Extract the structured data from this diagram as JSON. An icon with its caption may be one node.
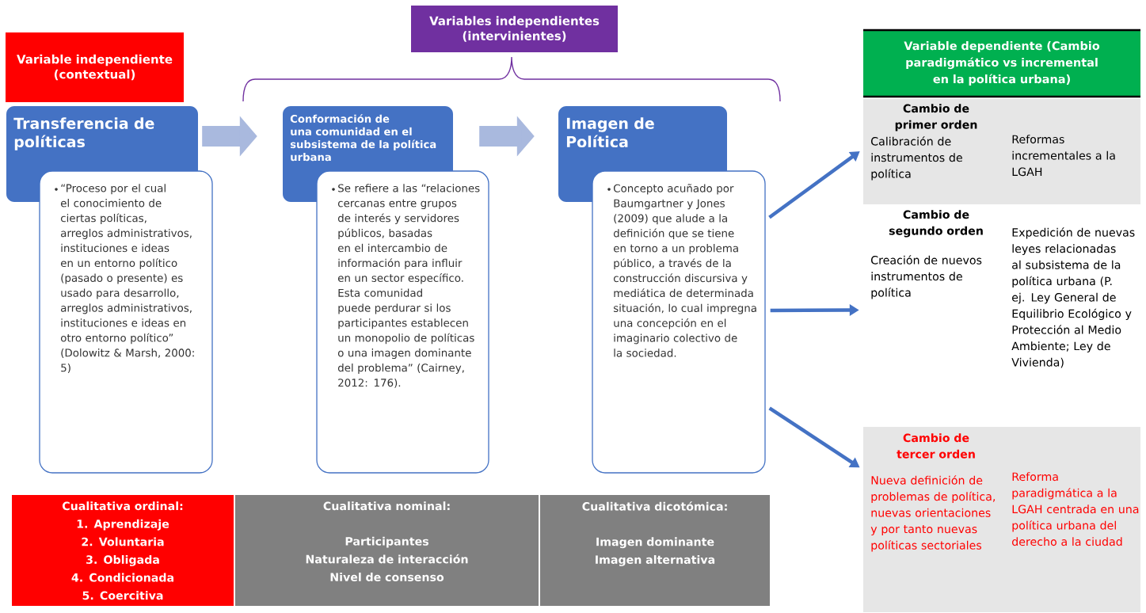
{
  "diagram": {
    "nodes": [
      {
        "text": [
          "Variable independiente (contextual)"
        ]
      },
      {
        "text": [
          "Variables independientes (intervinientes)"
        ]
      },
      {
        "text": [
          "Transferencia de políticas"
        ]
      },
      {
        "text": [
          "“Proceso por el cual el conocimiento de ciertas políticas, arreglos administrativos, instituciones e ideas en un entorno político (pasado o presente) es usado para desarrollo, arreglos administrativos, instituciones e ideas en otro entorno político” (Dolowitz & Marsh, 2000: 5)"
        ]
      },
      {
        "text": [
          "Conformación de una comunidad en el subsistema de la política urbana"
        ]
      },
      {
        "text": [
          "Se refiere a las “relaciones cercanas entre grupos de interés y servidores públicos, basadas en el intercambio de información para influir en un sector específico. Esta comunidad puede perdurar si los participantes establecen un monopolio de políticas o una imagen dominante del problema” (Cairney, 2012: 176)."
        ]
      },
      {
        "text": [
          "Imagen de Política"
        ]
      },
      {
        "text": [
          "Concepto acuñado por Baumgartner y Jones (2009) que alude a la definición que se tiene en torno a un problema público, a través de la construcción discursiva y mediática de determinada situación, lo cual impregna una concepción en el imaginario colectivo de la sociedad."
        ]
      },
      {
        "text": [
          "Variable dependiente (Cambio paradigmático vs incremental en la política urbana)"
        ]
      },
      {
        "text": [
          "Cambio de primer orden",
          "Calibración de instrumentos de política",
          "Reformas incrementales a la LGAH"
        ]
      },
      {
        "text": [
          "Cambio de segundo orden",
          "Creación de nuevos instrumentos de política",
          "Expedición de nuevas leyes relacionadas al subsistema de la política urbana (P. ej. Ley General de Equilibrio Ecológico y Protección al Medio Ambiente; Ley de Vivienda)"
        ]
      },
      {
        "text": [
          "Cambio de tercer orden",
          "Nueva definición de problemas de política, nuevas orientaciones y por tanto nuevas políticas sectoriales",
          "Reforma paradigmática a la LGAH centrada en una política urbana del derecho a la ciudad"
        ]
      },
      {
        "text": [
          "Cualitativa ordinal:",
          "1. Aprendizaje",
          "2. Voluntaria",
          "3. Obligada",
          "4. Condicionada",
          "5. Coercitiva"
        ]
      },
      {
        "text": [
          "Cualitativa nominal:",
          "Participantes",
          "Naturaleza de interacción",
          "Nivel de consenso"
        ]
      },
      {
        "text": [
          "Cualitativa dicotómica:",
          "Imagen dominante",
          "Imagen alternativa"
        ]
      }
    ],
    "edges": [
      {
        "from": 2,
        "to": 4,
        "arrow": "to",
        "style": "thick",
        "color": "#a9b9de"
      },
      {
        "from": 4,
        "to": 6,
        "arrow": "to",
        "style": "thick",
        "color": "#a9b9de"
      },
      {
        "from": 7,
        "to": 9,
        "arrow": "to"
      },
      {
        "from": 7,
        "to": 10,
        "arrow": "to"
      },
      {
        "from": 7,
        "to": 11,
        "arrow": "to"
      }
    ]
  }
}
